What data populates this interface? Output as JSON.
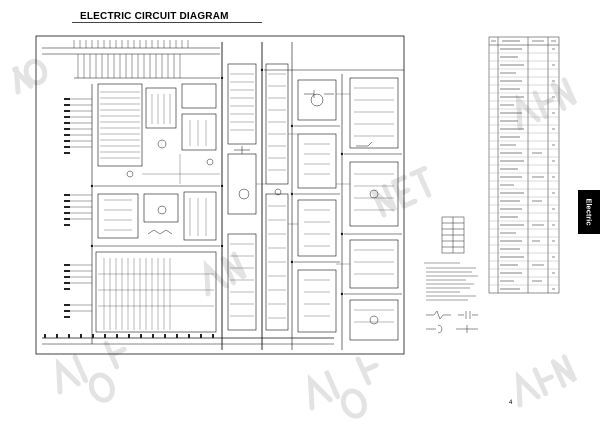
{
  "page": {
    "title": "ELECTRIC CIRCUIT DIAGRAM",
    "section_tab": "Electric",
    "page_number": "4"
  },
  "figures": {
    "schematic": "electric-circuit-diagram-schematic",
    "notes": "schematic-notes-and-legend",
    "parts_table": "electric-parts-table"
  },
  "colors": {
    "ink": "#000000",
    "tab": "#000000",
    "watermark": "#e3e3e3"
  }
}
